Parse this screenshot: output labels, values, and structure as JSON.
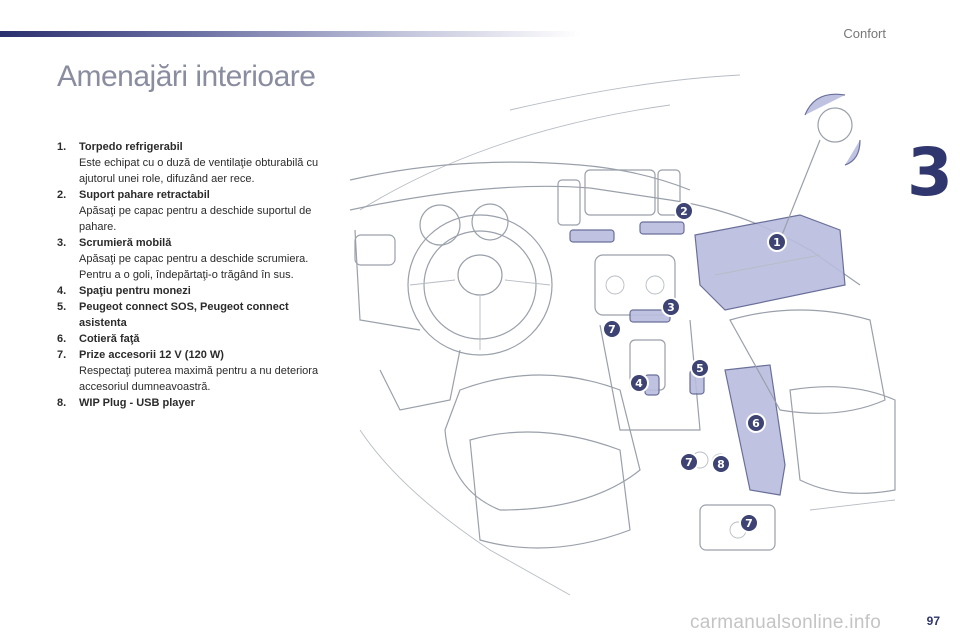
{
  "header": {
    "section": "Confort",
    "chapter": "3"
  },
  "title": "Amenajări interioare",
  "items": [
    {
      "num": "1.",
      "title": "Torpedo refrigerabil",
      "desc": [
        "Este echipat cu o duză de ventilaţie obturabilă cu ajutorul unei role, difuzând aer rece."
      ]
    },
    {
      "num": "2.",
      "title": "Suport pahare retractabil",
      "desc": [
        "Apăsaţi pe capac pentru a deschide suportul de pahare."
      ]
    },
    {
      "num": "3.",
      "title": "Scrumieră mobilă",
      "desc": [
        "Apăsaţi pe capac pentru a deschide scrumiera.",
        "Pentru a o goli, îndepărtaţi-o trăgând în sus."
      ]
    },
    {
      "num": "4.",
      "title": "Spaţiu pentru monezi",
      "desc": []
    },
    {
      "num": "5.",
      "title": "Peugeot connect SOS, Peugeot connect asistenta",
      "desc": []
    },
    {
      "num": "6.",
      "title": "Cotieră faţă",
      "desc": []
    },
    {
      "num": "7.",
      "title": "Prize accesorii 12 V (120 W)",
      "desc": [
        "Respectaţi puterea maximă pentru a nu deteriora accesoriul dumneavoastră."
      ]
    },
    {
      "num": "8.",
      "title": "WIP Plug - USB player",
      "desc": []
    }
  ],
  "callouts": [
    "1",
    "2",
    "3",
    "4",
    "5",
    "6",
    "7",
    "7",
    "7",
    "8"
  ],
  "page_number": "97",
  "watermark": "carmanualsonline.info",
  "colors": {
    "accent": "#30366e",
    "highlight": "#b9bdde",
    "title": "#8a8da0"
  }
}
